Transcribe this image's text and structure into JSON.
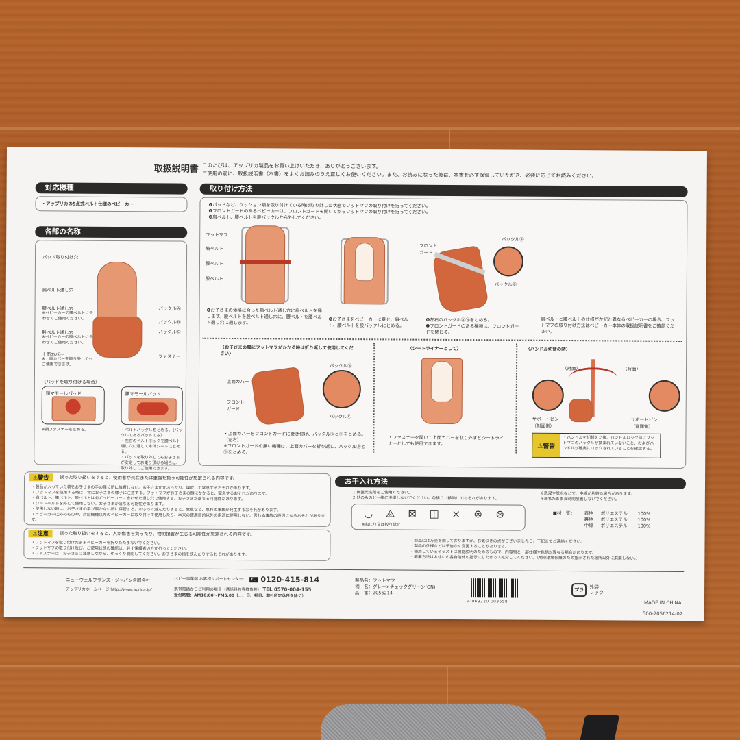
{
  "document": {
    "title": "取扱説明書",
    "intro": [
      "このたびは、アップリカ製品をお買い上げいただき、ありがとうございます。",
      "ご使用の前に、取扱説明書（本書）をよくお読みのうえ正しくお使いください。また、お読みになった後は、本書を必ず保管していただき、必要に応じてお読みください。"
    ]
  },
  "compatible_models": {
    "heading": "対応機種",
    "text": "・アップリカの5点式ベルト仕様のベビーカー"
  },
  "part_names": {
    "heading": "各部の名称",
    "labels_left": [
      "パッド取り付け穴",
      "肩ベルト通し穴",
      "腰ベルト通し穴",
      "※ベビーカーの腰ベルトに合わせてご使用ください。",
      "股ベルト通し穴",
      "※ベビーカーの股ベルトに合わせてご使用ください。",
      "上面カバー",
      "※上面カバーを取り外してもご使用できます。"
    ],
    "labels_right": [
      "バックルⒶ",
      "バックルⒷ",
      "バックルⒸ",
      "ファスナー"
    ],
    "pad_heading": "〈パッドを取り付ける場合〉",
    "pad1_title": "頭マモールパッド",
    "pad1_note": "※頭ファスナーをとめる。",
    "pad2_title": "腰マモールパッド",
    "pad2_notes": [
      "・ベルトバックルをとめる。（バックルのあるパッドのみ）",
      "・左右のベルトホックを腰ベルト通し穴に通して本体シートにとめる。",
      "・パッドを取り外してもお子さまが安定してお乗り頂ける場合は、取り外してご使用できます。"
    ]
  },
  "installation": {
    "heading": "取り付け方法",
    "pre_steps": [
      "❶パッドなど、クッション類を取り付けている時は取り外した状態でフットマフの取り付けを行ってください。",
      "❷フロントガードのあるベビーカーは、フロントガードを開いてからフットマフの取り付けを行ってください。",
      "❸肩ベルト、腰ベルトを股バックルから外してください。"
    ],
    "fig1_labels": [
      "フットマフ",
      "肩ベルト",
      "腰ベルト",
      "股ベルト"
    ],
    "step4": "❹お子さまの体格に合った肩ベルト通し穴に肩ベルトを通します。股ベルトを股ベルト通し穴に、腰ベルトを腰ベルト通し穴に通します。",
    "step5": "❺お子さまをベビーカーに乗せ、肩ベルト、腰ベルトを股バックルにとめる。",
    "fig3_labels": [
      "フロントガード",
      "バックルⒶ",
      "バックルⒷ"
    ],
    "step6": "❻左右のバックルⒶⒷをとめる。",
    "step7": "❼フロントガードのある機種は、フロントガードを閉じる。",
    "note": "肩ベルトと腰ベルトの仕様が左記と異なるベビーカーの場合、フットマフの取り付け方法はベビーカー本体の取扱説明書をご確認ください。",
    "fold": {
      "heading": "〈お子さまの顔にフットマフがかかる時は折り返して使用してください〉",
      "labels": [
        "上面カバー",
        "フロントガード",
        "バックルⒷ",
        "バックルⒸ"
      ],
      "text": [
        "・上面カバーをフロントガードに巻き付け、バックルⒷとⒸをとめる。（左右）",
        "※フロントガードの無い機種は、上面カバーを折り返し、バックルⒷとⒸをとめる。"
      ]
    },
    "liner": {
      "heading": "〈シートライナーとして〉",
      "text": "・ファスナーを開いて上面カバーを取り外すとシートライナーとしても使用できます。"
    },
    "handle": {
      "heading": "〈ハンドル切替の時〉",
      "labels": [
        "〈対面〉",
        "〈背面〉",
        "サポートピン（対面側）",
        "サポートピン（背面側）"
      ],
      "warning_tag": "⚠警告",
      "warning_text": "・ハンドルを切替えた後、ハンドルロック部にフットマフのバックルが挟まれていないこと、およびハンドルが確実にロックされていることを確認する。"
    }
  },
  "warnings": {
    "tag": "⚠警告",
    "summary": "誤った取り扱いをすると、使用者が死亡または重傷を負う可能性が想定される内容です。",
    "items": [
      "・製品が入っていた袋をお子さまの手の届く所に放置しない。お子さまがかぶったり、誤飲して窒息するおそれがあります。",
      "・フットマフを使用する時は、常にお子さまの様子に注意する。フットマフがお子さまの顔にかかると、窒息するおそれがあります。",
      "・肩ベルト、腰ベルト、股ベルトは必ずベビーカーに合わせた通し穴で使用する。お子さまが落ちる可能性があります。",
      "・シートベルトを外して使用しない。お子さまが落ちる可能性があります。",
      "・使用しない時は、お子さまの手が届かない所に保管する。かぶって遊んだりすると、窒息など、思わぬ事故が発生するおそれがあります。",
      "・ベビーカー以外のものや、対応機種以外のベビーカーに取り付けて使用したり、本来の使用目的以外の用途に使用しない。思わぬ事故の原因になるおそれがあります。"
    ]
  },
  "cautions": {
    "tag": "⚠注意",
    "summary": "誤った取り扱いをすると、人が傷害を負ったり、物的損害が生じる可能性が想定される内容です。",
    "items": [
      "・フットマフを取り付けたままベビーカーを折りたたまないでください。",
      "・フットマフの取り付け及び、ご使用状態の確認は、必ず保護者の方が行ってください。",
      "・ファスナーは、お子さまに注意しながら、ゆっくり開閉してください。お子さまの指を挟んだりするおそれがあります。"
    ]
  },
  "care": {
    "heading": "お手入れ方法",
    "instructions": [
      "1.無蛍光洗剤をご使用ください。",
      "2.他のものと一緒に洗濯しないでください。色移り（移染）のおそれがあります。"
    ],
    "icons": [
      "hand-wash-icon",
      "no-bleach-icon",
      "no-tumble-dry-icon",
      "line-dry-shade-icon",
      "no-iron-icon",
      "no-dry-clean-icon",
      "no-wet-clean-icon"
    ],
    "icon_note": "※ねじり又は絞り禁止",
    "notes_right": [
      "※洗濯や脱水などで、中綿が片寄る場合があります。",
      "※濡れたまま長時間放置しないでください。"
    ],
    "material_label": "■材　質：",
    "materials": [
      {
        "part": "表地",
        "fiber": "ポリエステル",
        "pct": "100%"
      },
      {
        "part": "裏地",
        "fiber": "ポリエステル",
        "pct": "100%"
      },
      {
        "part": "中綿",
        "fiber": "ポリエステル",
        "pct": "100%"
      }
    ],
    "general_notes": [
      "・製品には万全を期しておりますが、お気づきの点がございましたら、下記までご連絡ください。",
      "・製品の仕様などは予告なく変更することがあります。",
      "・使用しているイラストは機能説明のためのもので、内容物と一部仕様や色柄が異なる場合があります。",
      "・廃棄方法はお住いの各自治体の指示にしたがって処分してください。（地球環境保護のため指示された場所以外に廃棄しない。）"
    ]
  },
  "footer": {
    "company": "ニューウェルブランズ・ジャパン合同会社",
    "homepage": "アップリカホームページ http://www.aprica.jp/",
    "support_label": "ベビー事業部 お客様サポートセンター：",
    "freedial": "0120-415-814",
    "mobile_label": "携帯電話からご利用の場合（通話料お客様負担）",
    "tel": "TEL 0570-004-155",
    "hours": "受付時間：AM10:00〜PM5:00（土、日、祝日、弊社所定休日を除く）",
    "product_name": "製品名：フットマフ",
    "pattern_name": "柄　名：グレー×チェックグリーン(GN)",
    "product_no": "品　番：2056214",
    "barcode_number": "4 969220 003658",
    "recycle_mark": "プラ",
    "recycle_text": "外袋\nフック",
    "made_in": "MADE IN CHINA",
    "doc_code": "500-2056214-02"
  }
}
